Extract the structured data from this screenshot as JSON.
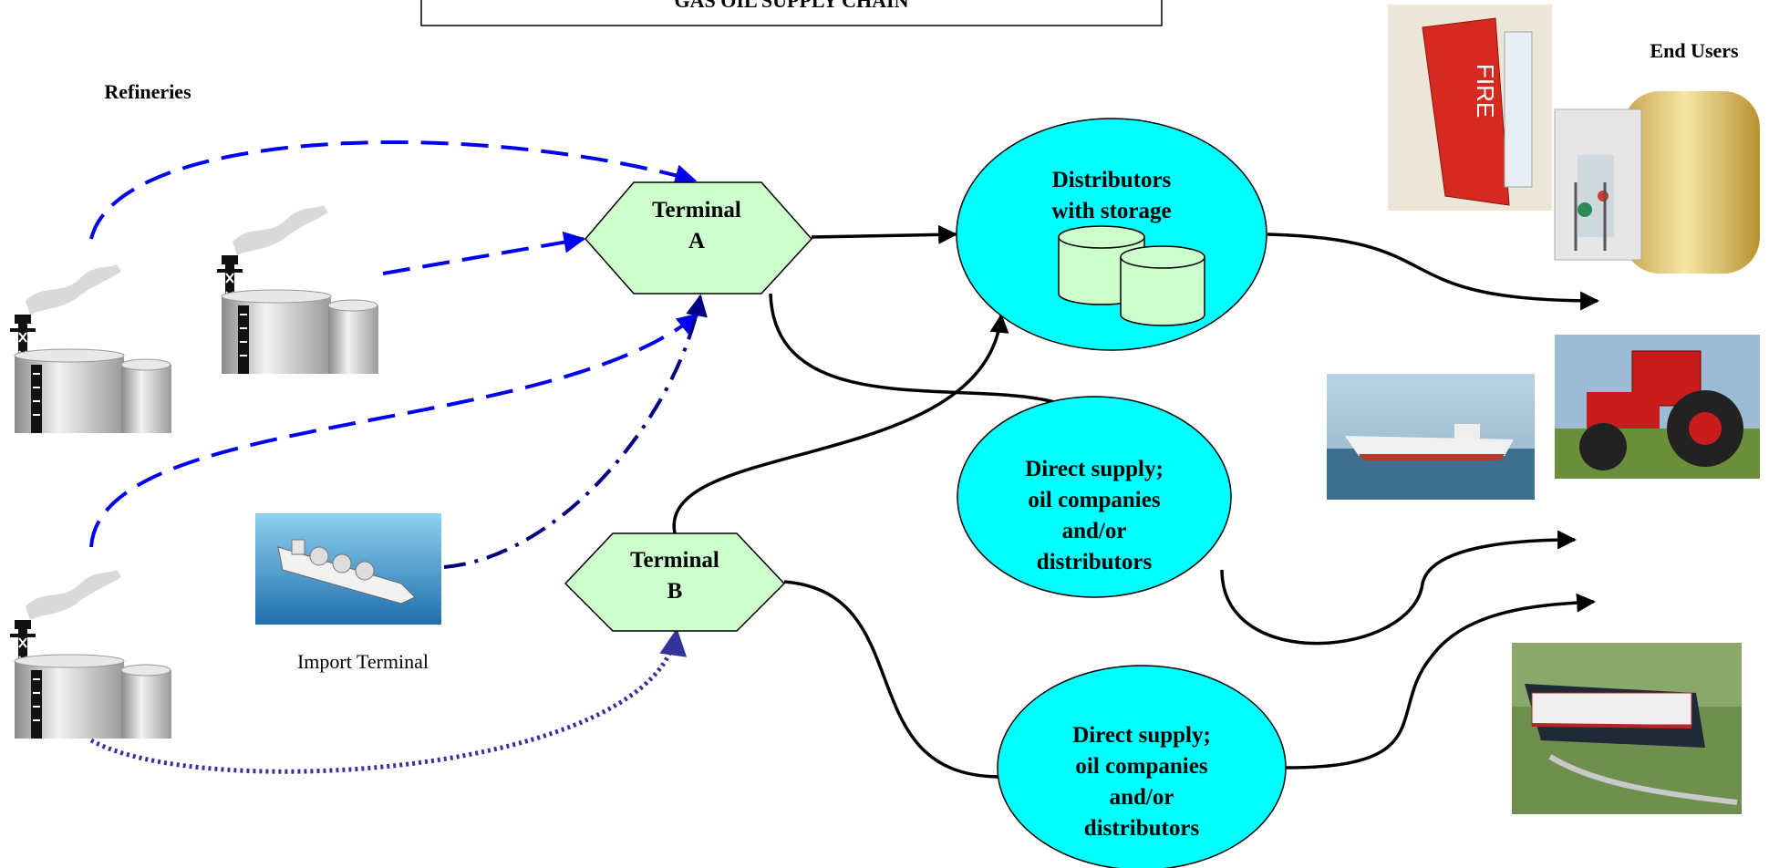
{
  "title": "GAS OIL SUPPLY CHAIN",
  "labels": {
    "refineries": "Refineries",
    "end_users": "End Users",
    "import_terminal": "Import Terminal"
  },
  "terminal_a": {
    "line1": "Terminal",
    "line2": "A"
  },
  "terminal_b": {
    "line1": "Terminal",
    "line2": "B"
  },
  "distributors": {
    "line1": "Distributors",
    "line2": "with storage"
  },
  "direct_supply_1": {
    "line1": "Direct supply;",
    "line2": "oil companies",
    "line3": "and/or",
    "line4": "distributors"
  },
  "direct_supply_2": {
    "line1": "Direct supply;",
    "line2": "oil companies",
    "line3": "and/or",
    "line4": "distributors"
  },
  "fire_sign": "FIRE",
  "colors": {
    "node_green": "#ccffcc",
    "node_cyan": "#00ffff",
    "flow_blue": "#0000ee",
    "flow_navy": "#000080",
    "flow_dotted": "#333399",
    "flow_black": "#000000"
  }
}
